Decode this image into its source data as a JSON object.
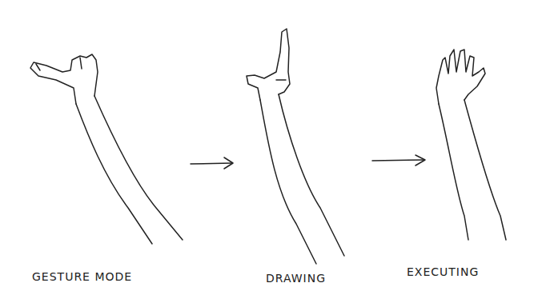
{
  "diagram": {
    "labels": [
      "GESTURE MODE",
      "DRAWING",
      "EXECUTING"
    ]
  }
}
